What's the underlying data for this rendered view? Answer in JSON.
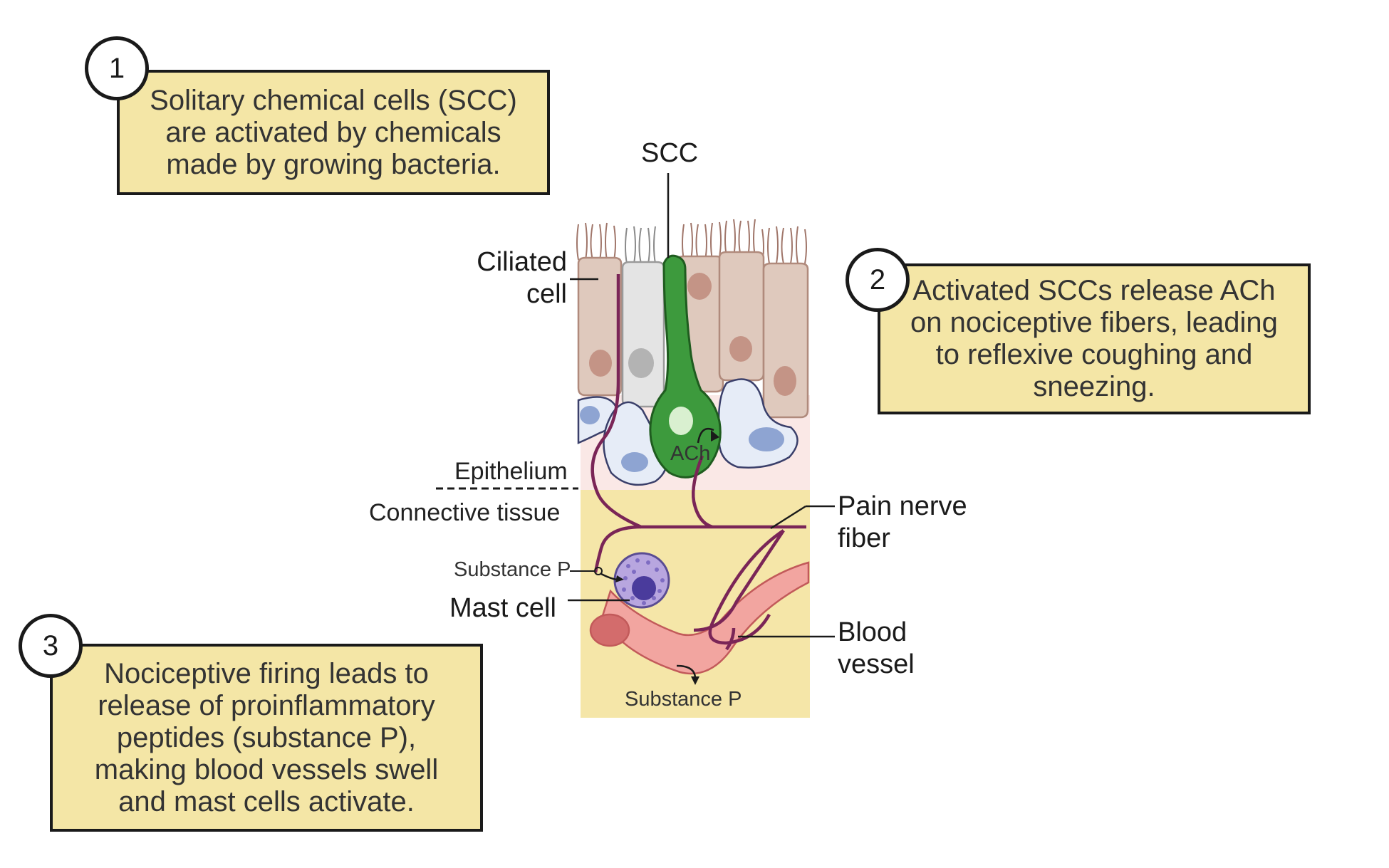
{
  "steps": [
    {
      "number": "1",
      "text": "Solitary chemical cells (SCC)\nare activated by chemicals\nmade by growing bacteria."
    },
    {
      "number": "2",
      "text": "Activated SCCs release ACh\non nociceptive fibers, leading\nto reflexive coughing and\nsneezing."
    },
    {
      "number": "3",
      "text": "Nociceptive firing leads to\nrelease of proinflammatory\npeptides (substance P),\nmaking blood vessels swell\nand mast cells activate."
    }
  ],
  "labels": {
    "scc": "SCC",
    "ciliated_cell": "Ciliated\ncell",
    "ach": "ACh",
    "epithelium": "Epithelium",
    "connective_tissue": "Connective tissue",
    "pain_nerve_fiber": "Pain nerve\nfiber",
    "substance_p_mast": "Substance P",
    "mast_cell": "Mast cell",
    "blood_vessel": "Blood\nvessel",
    "substance_p_vessel": "Substance P"
  },
  "colors": {
    "box_fill": "#f4e6a6",
    "connective_tissue": "#f5e6a8",
    "epithelium_base": "#fae8e6",
    "ciliated_cell": "#dfc9bd",
    "ciliated_nucleus": "#c49486",
    "scc_cell": "#3d9a3d",
    "scc_nucleus": "#d9f0d0",
    "basal_cell": "#e6ecf7",
    "basal_nucleus": "#8ea4d2",
    "nerve_fiber": "#7a2557",
    "mast_cell": "#b8a6df",
    "mast_nucleus": "#4a3b9c",
    "blood_vessel": "#f2a5a0",
    "vessel_lumen": "#d36c6c"
  },
  "icons": [
    "cilia-icon",
    "mast-cell-granules-icon",
    "release-arrow-icon"
  ]
}
